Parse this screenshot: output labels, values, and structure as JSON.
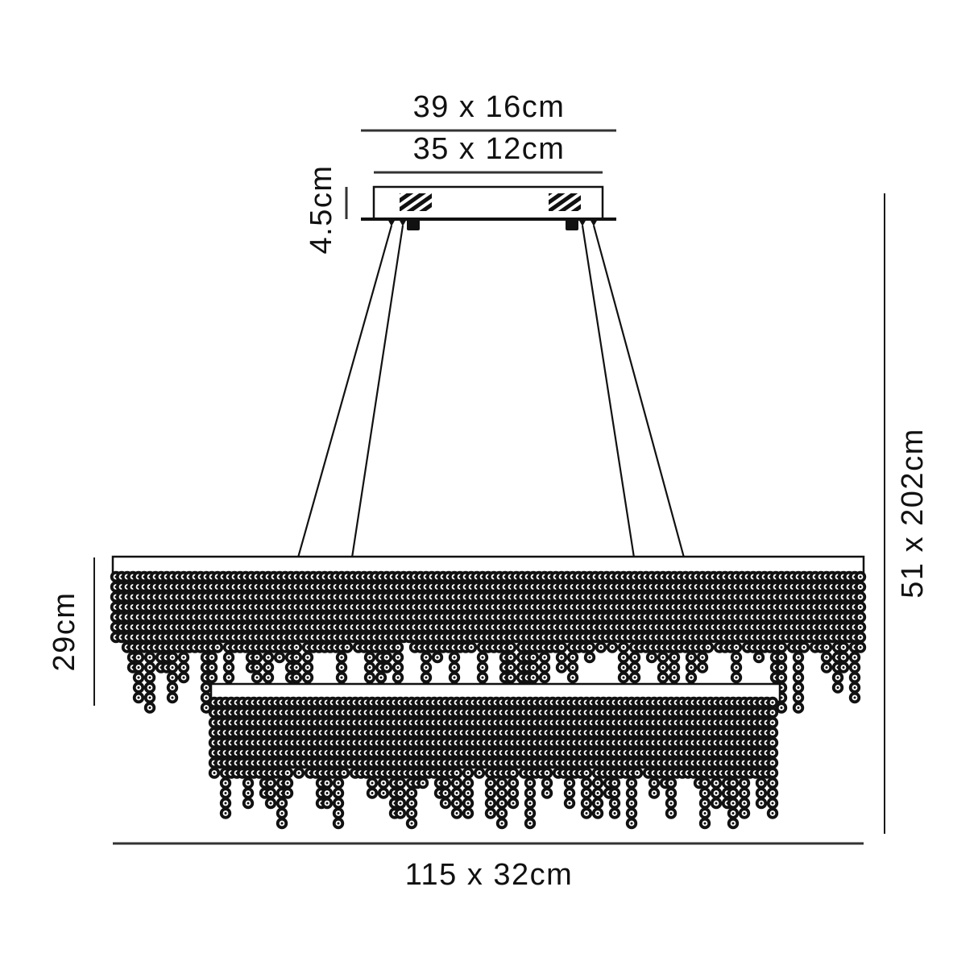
{
  "drawing": {
    "title": "Rectangular Tiered Crystal Bead Chandelier Dimension Drawing",
    "units": "cm",
    "background_color": "#ffffff",
    "line_color": "#111111",
    "dimension_line_color": "#333333",
    "crystal_color": "#111111"
  },
  "dimensions": {
    "ceiling_plate_outer": {
      "label": "39 x 16cm",
      "orientation": "horizontal",
      "position": "top",
      "describes": "ceiling-plate-outer-footprint"
    },
    "ceiling_plate_inner": {
      "label": "35 x 12cm",
      "orientation": "horizontal",
      "position": "top",
      "describes": "ceiling-plate-inner-footprint"
    },
    "ceiling_plate_height": {
      "label": "4.5cm",
      "orientation": "vertical-rotated",
      "position": "left-of-ceiling-plate",
      "describes": "ceiling-plate-thickness"
    },
    "total_drop": {
      "label": "51 x 202cm",
      "orientation": "vertical-rotated",
      "position": "right",
      "describes": "minimum-to-maximum-overall-drop"
    },
    "shade_height": {
      "label": "29cm",
      "orientation": "vertical-rotated",
      "position": "left",
      "describes": "upper-tier-crystal-drop-height"
    },
    "shade_width": {
      "label": "115 x 32cm",
      "orientation": "horizontal",
      "position": "bottom",
      "describes": "fixture-body-width-by-depth"
    }
  },
  "parts": {
    "ceiling_plate": "ceiling-mount-plate",
    "vent_hatch_left": "ventilation-hatch-left",
    "vent_hatch_right": "ventilation-hatch-right",
    "cable_gripper_left": "cable-gripper-left",
    "cable_gripper_right": "cable-gripper-right",
    "suspension_cables": "suspension-cables",
    "upper_frame": "upper-tier-frame-plate",
    "lower_frame": "lower-tier-frame-plate",
    "upper_crystals": "upper-tier-crystal-bead-strands",
    "lower_crystals": "lower-tier-crystal-bead-strands"
  }
}
